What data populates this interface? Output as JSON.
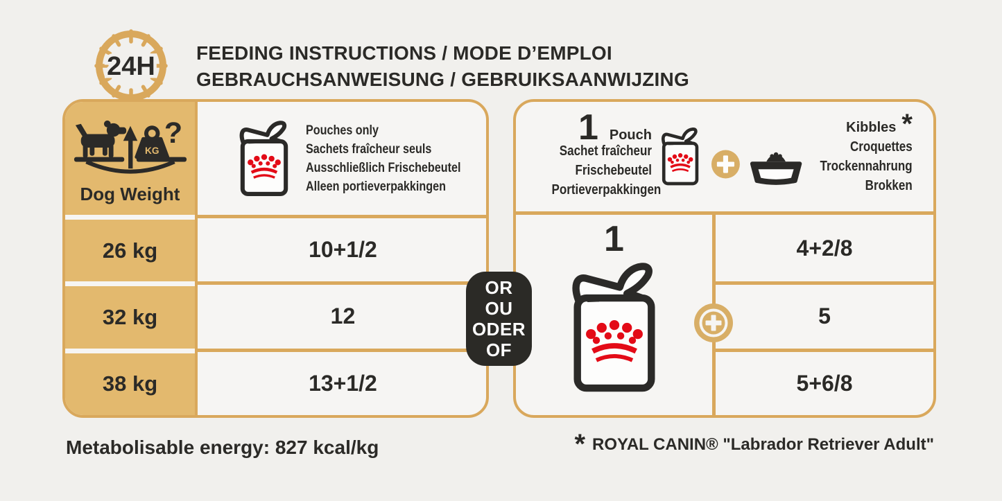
{
  "header": {
    "clock_label": "24H",
    "title_line1": "FEEDING INSTRUCTIONS / MODE D’EMPLOI",
    "title_line2": "GEBRAUCHSANWEISUNG / GEBRUIKSAANWIJZING"
  },
  "left_table": {
    "dog_weight": {
      "label": "Dog Weight",
      "kg_badge": "KG",
      "question_mark": "?"
    },
    "pouch_column_lines": [
      "Pouches only",
      "Sachets fraîcheur seuls",
      "Ausschließlich Frischebeutel",
      "Alleen portieverpakkingen"
    ],
    "rows": [
      {
        "weight": "26 kg",
        "pouches": "10+1/2"
      },
      {
        "weight": "32 kg",
        "pouches": "12"
      },
      {
        "weight": "38 kg",
        "pouches": "13+1/2"
      }
    ]
  },
  "or_badge": {
    "lines": [
      "OR",
      "OU",
      "ODER",
      "OF"
    ]
  },
  "right_table": {
    "pouch_header": {
      "count": "1",
      "lines": [
        "Pouch",
        "Sachet fraîcheur",
        "Frischebeutel",
        "Portieverpakkingen"
      ]
    },
    "kibbles_header": {
      "asterisk": "*",
      "lines": [
        "Kibbles",
        "Croquettes",
        "Trockennahrung",
        "Brokken"
      ]
    },
    "body": {
      "pouch_count": "1",
      "kibble_values": [
        "4+2/8",
        "5",
        "5+6/8"
      ]
    }
  },
  "footer": {
    "energy_note": "Metabolisable energy: 827 kcal/kg",
    "brand_asterisk": "*",
    "brand_note": "ROYAL CANIN® \"Labrador Retriever Adult\""
  },
  "colors": {
    "gold_border": "#D9A85C",
    "tan_fill": "#E3B96E",
    "crown_red": "#E30B17",
    "ink": "#2B2A27",
    "badge_black": "#2B2A26",
    "page_bg": "#F1F0ED"
  }
}
